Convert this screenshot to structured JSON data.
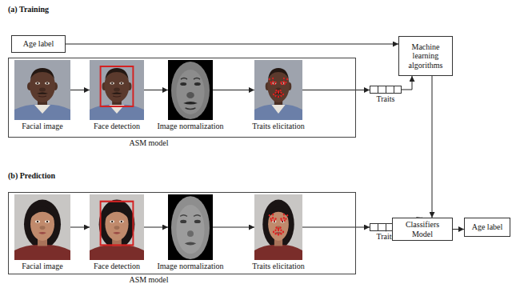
{
  "diagram": {
    "nodes": [
      {
        "text": [
          "Age label"
        ]
      },
      {
        "text": [
          "ASM model"
        ]
      },
      {
        "text": [
          "Facial image"
        ],
        "in": 1
      },
      {
        "text": [
          "Face detection"
        ],
        "in": 1
      },
      {
        "text": [
          "Image normalization"
        ],
        "in": 1
      },
      {
        "text": [
          "Traits elicitation"
        ],
        "in": 1
      },
      {
        "text": [
          "Traits"
        ]
      },
      {
        "text": [
          "Machine learning algorithms"
        ]
      },
      {
        "text": [
          "ASM model"
        ]
      },
      {
        "text": [
          "Facial image"
        ],
        "in": 8
      },
      {
        "text": [
          "Face detection"
        ],
        "in": 8
      },
      {
        "text": [
          "Image normalization"
        ],
        "in": 8
      },
      {
        "text": [
          "Traits elicitation"
        ],
        "in": 8
      },
      {
        "text": [
          "Traits"
        ]
      },
      {
        "text": [
          "Classifiers Model"
        ]
      },
      {
        "text": [
          "Age label"
        ]
      }
    ],
    "edges": [
      {
        "from": 0,
        "to": 7,
        "arrow": "to"
      },
      {
        "from": 2,
        "to": 3,
        "arrow": "to"
      },
      {
        "from": 3,
        "to": 4,
        "arrow": "to"
      },
      {
        "from": 4,
        "to": 5,
        "arrow": "to"
      },
      {
        "from": 5,
        "to": 6,
        "arrow": "to"
      },
      {
        "from": 6,
        "to": 7,
        "arrow": "to"
      },
      {
        "from": 7,
        "to": 14,
        "arrow": "to"
      },
      {
        "from": 9,
        "to": 10,
        "arrow": "to"
      },
      {
        "from": 10,
        "to": 11,
        "arrow": "to"
      },
      {
        "from": 11,
        "to": 12,
        "arrow": "to"
      },
      {
        "from": 12,
        "to": 13,
        "arrow": "to"
      },
      {
        "from": 13,
        "to": 14,
        "arrow": "to"
      },
      {
        "from": 14,
        "to": 15,
        "arrow": "to"
      }
    ],
    "labels": [
      "(a) Training",
      "(b) Prediction"
    ]
  }
}
